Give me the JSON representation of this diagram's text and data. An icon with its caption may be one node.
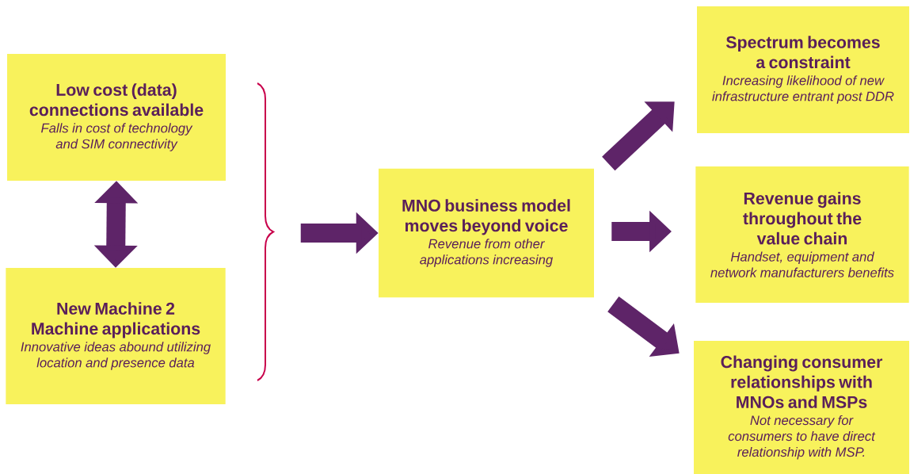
{
  "diagram": {
    "nodes": [
      {
        "text": [
          "Low cost (data) connections available",
          "Falls in cost of technology and SIM connectivity"
        ]
      },
      {
        "text": [
          "New Machine 2 Machine applications",
          "Innovative ideas abound utilizing location and presence data"
        ]
      },
      {
        "text": [
          "MNO business model moves beyond voice",
          "Revenue from other applications increasing"
        ]
      },
      {
        "text": [
          "Spectrum becomes a constraint",
          "Increasing likelihood of new infrastructure entrant  post DDR"
        ]
      },
      {
        "text": [
          "Revenue gains throughout the value chain",
          "Handset, equipment and network manufacturers benefits"
        ]
      },
      {
        "text": [
          "Changing consumer relationships with MNOs and MSPs",
          "Not necessary for consumers to have direct relationship with MSP."
        ]
      }
    ],
    "edges": [
      {
        "from": 0,
        "to": 1,
        "arrow": "both"
      },
      {
        "from": null,
        "to": 2,
        "arrow": "to"
      },
      {
        "from": 2,
        "to": 3,
        "arrow": "to"
      },
      {
        "from": 2,
        "to": 4,
        "arrow": "to"
      },
      {
        "from": 2,
        "to": 5,
        "arrow": "to"
      }
    ]
  }
}
